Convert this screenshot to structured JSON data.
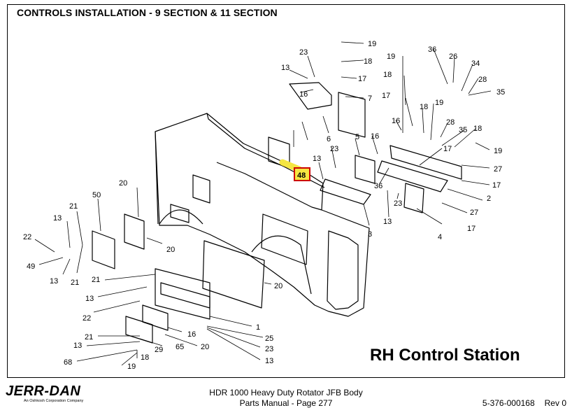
{
  "header": {
    "title": "CONTROLS INSTALLATION - 9 SECTION & 11 SECTION"
  },
  "diagram": {
    "station_label": "RH Control Station",
    "highlighted_callout": "48",
    "highlight_color": "#f5e642",
    "highlight_border": "#cc0000",
    "callouts": [
      "19",
      "18",
      "17",
      "23",
      "13",
      "16",
      "7",
      "6",
      "19",
      "18",
      "17",
      "16",
      "18",
      "19",
      "36",
      "26",
      "34",
      "28",
      "35",
      "28",
      "35",
      "18",
      "17",
      "19",
      "27",
      "17",
      "2",
      "27",
      "17",
      "4",
      "5",
      "16",
      "36",
      "23",
      "13",
      "3",
      "23",
      "13",
      "20",
      "50",
      "21",
      "13",
      "22",
      "49",
      "13",
      "21",
      "20",
      "21",
      "13",
      "22",
      "20",
      "1",
      "25",
      "23",
      "13",
      "16",
      "20",
      "21",
      "13",
      "65",
      "29",
      "68",
      "18",
      "19"
    ]
  },
  "footer": {
    "logo": "JERR-DAN",
    "logo_tagline": "An Oshkosh Corporation Company",
    "manual_title": "HDR 1000 Heavy Duty Rotator JFB Body",
    "page_line": "Parts Manual  -  Page 277",
    "doc_number": "5-376-000168",
    "revision": "Rev 0"
  }
}
